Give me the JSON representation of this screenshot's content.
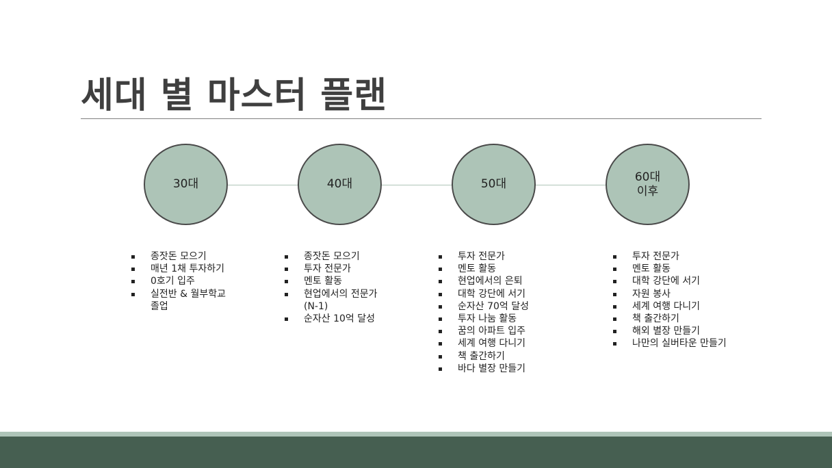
{
  "title": "세대 별 마스터 플랜",
  "colors": {
    "circle_fill": "#adc4b7",
    "circle_border": "#4a4a4a",
    "connector": "#aec4b8",
    "footer_stripe": "#aec4b8",
    "footer_band": "#465f51",
    "title_text": "#3f3f3f"
  },
  "stages": [
    {
      "label": "30대",
      "goals": [
        "종잣돈 모으기",
        "매년 1채 투자하기",
        "0호기 입주",
        "실전반 & 월부학교\n졸업"
      ]
    },
    {
      "label": "40대",
      "goals": [
        "종잣돈 모으기",
        "투자 전문가",
        "멘토 활동",
        "현업에서의 전문가\n(N-1)",
        "순자산 10억 달성"
      ]
    },
    {
      "label": "50대",
      "goals": [
        "투자 전문가",
        "멘토 활동",
        "현업에서의 은퇴",
        "대학 강단에 서기",
        "순자산 70억 달성",
        "투자 나눔 활동",
        "꿈의 아파트 입주",
        "세계 여행 다니기",
        "책 출간하기",
        "바다 별장 만들기"
      ]
    },
    {
      "label": "60대\n이후",
      "goals": [
        "투자 전문가",
        "멘토 활동",
        "대학 강단에 서기",
        "자원 봉사",
        "세계 여행 다니기",
        "책 출간하기",
        "해외 별장 만들기",
        "나만의 실버타운 만들기"
      ]
    }
  ]
}
